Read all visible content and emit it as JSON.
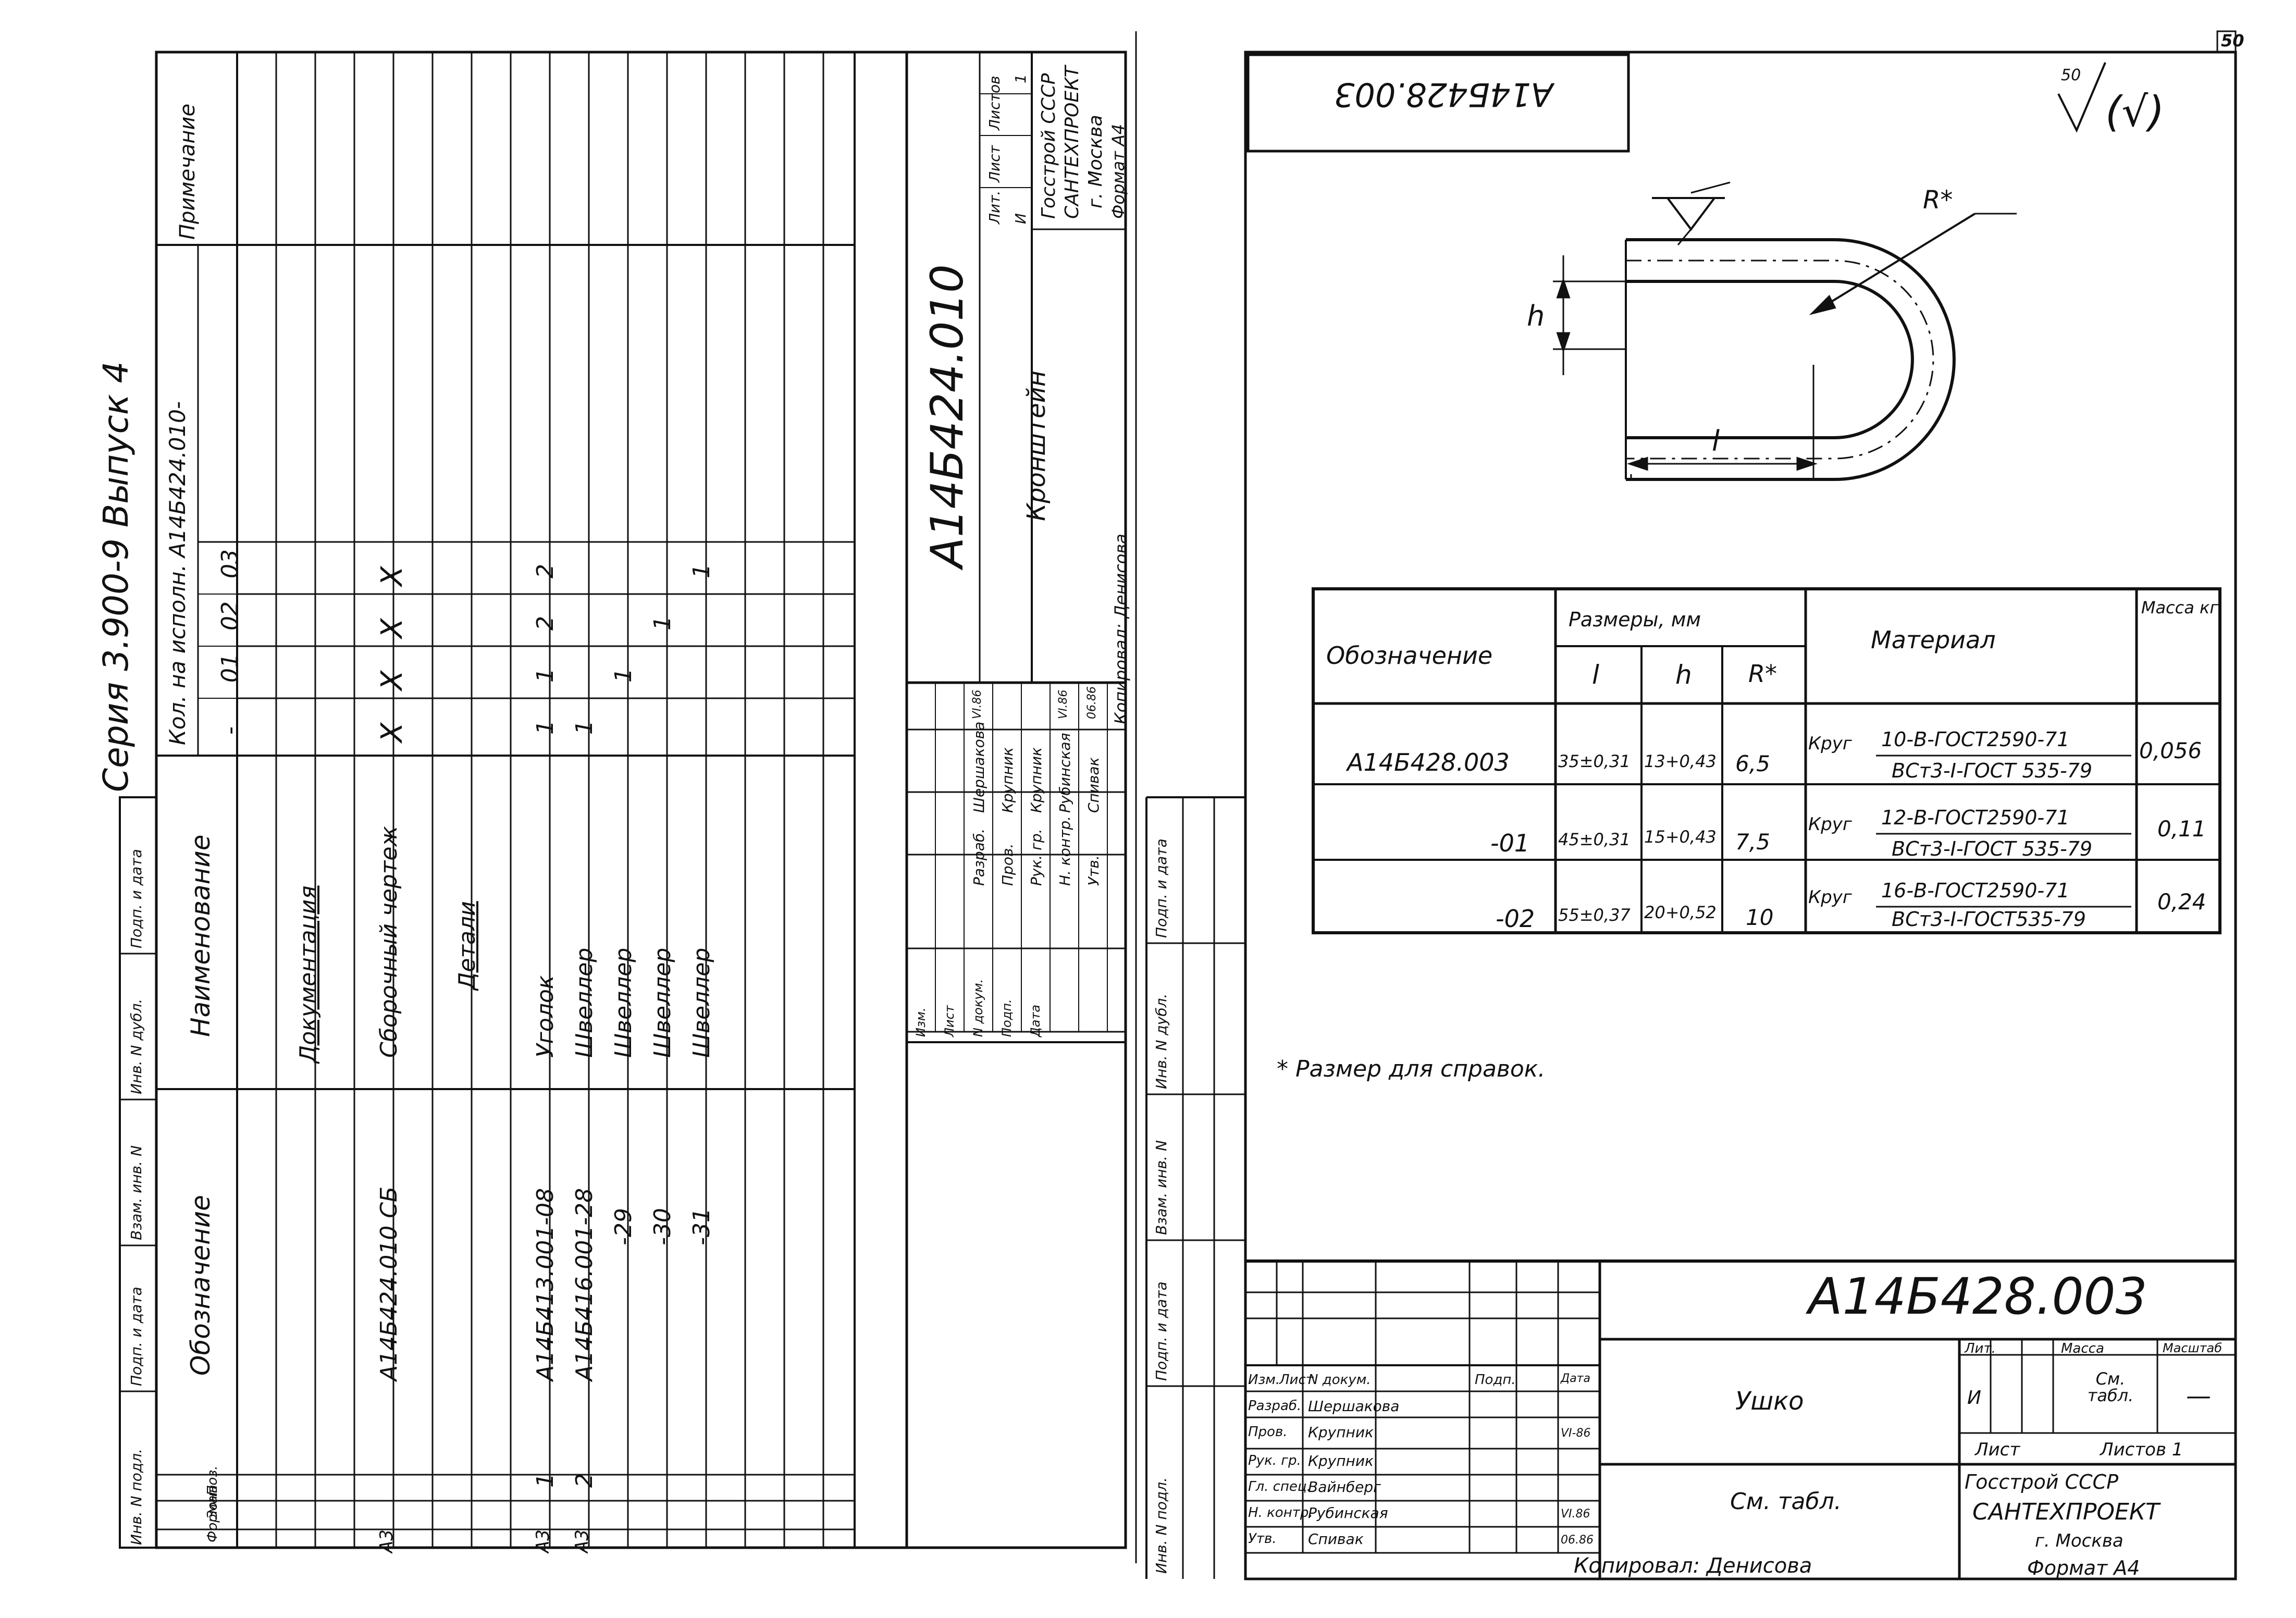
{
  "page_number": "50",
  "left_sheet": {
    "series_title": "Серия 3.900-9 Выпуск 4",
    "drawing_number": "А14Б424.010",
    "drawing_name": "Кронштейн",
    "copied_by": "Копировал: Денисова",
    "spec_headers": {
      "format": "Формат",
      "zone": "Зона",
      "position": "Поз.",
      "designation": "Обозначение",
      "name": "Наименование",
      "qty_header": "Кол. на исполн. А14Б424.010-",
      "variants": [
        "-",
        "01",
        "02",
        "03"
      ],
      "note": "Примечание"
    },
    "spec_rows": [
      {
        "format": "",
        "pos": "",
        "designation": "",
        "name": "Документация",
        "underlined": true,
        "q": [
          "",
          "",
          "",
          ""
        ]
      },
      {
        "format": "А3",
        "pos": "",
        "designation": "А14Б424.010 СБ",
        "name": "Сборочный чертеж",
        "underlined": false,
        "q": [
          "X",
          "X",
          "X",
          "X"
        ]
      },
      {
        "format": "",
        "pos": "",
        "designation": "",
        "name": "Детали",
        "underlined": true,
        "q": [
          "",
          "",
          "",
          ""
        ]
      },
      {
        "format": "А3",
        "pos": "1",
        "designation": "А14Б413.001-08",
        "name": "Уголок",
        "underlined": false,
        "q": [
          "1",
          "1",
          "2",
          "2"
        ]
      },
      {
        "format": "А3",
        "pos": "2",
        "designation": "А14Б416.001-28",
        "name": "Швеллер",
        "underlined": false,
        "q": [
          "1",
          "",
          "",
          ""
        ]
      },
      {
        "format": "",
        "pos": "",
        "designation": "-29",
        "name": "Швеллер",
        "underlined": false,
        "q": [
          "",
          "1",
          "",
          ""
        ]
      },
      {
        "format": "",
        "pos": "",
        "designation": "-30",
        "name": "Швеллер",
        "underlined": false,
        "q": [
          "",
          "",
          "1",
          ""
        ]
      },
      {
        "format": "",
        "pos": "",
        "designation": "-31",
        "name": "Швеллер",
        "underlined": false,
        "q": [
          "",
          "",
          "",
          "1"
        ]
      }
    ],
    "stamp": {
      "col_headers": [
        "Изм.",
        "Лист",
        "N докум.",
        "Подп.",
        "Дата"
      ],
      "roles": [
        "Разраб.",
        "Пров.",
        "Рук. гр.",
        "Н. контр.",
        "Утв."
      ],
      "names": [
        "Шершакова",
        "Крупник",
        "Крупник",
        "Рубинская",
        "Спивак"
      ],
      "dates": [
        "VI.86",
        "",
        "",
        "VI.86",
        "06.86"
      ],
      "lit_header": "Лит.",
      "sheet_header": "Лист",
      "sheets_header": "Листов",
      "lit": "И",
      "sheets": "1",
      "org": [
        "Госстрой СССР",
        "САНТЕХПРОЕКТ",
        "г. Москва"
      ],
      "format": "Формат А4"
    },
    "margin_labels": [
      "Инв. N подл.",
      "Подп. и дата",
      "Взам. инв. N",
      "Инв. N дубл.",
      "Подп. и дата"
    ]
  },
  "right_sheet": {
    "corner_number": "А14Б428.003",
    "roughness": "50",
    "roughness_tail": "(√)",
    "dim_labels": {
      "radius": "R*",
      "height": "h",
      "length": "l"
    },
    "table": {
      "headers": {
        "designation": "Обозначение",
        "dimensions": "Размеры, мм",
        "l": "l",
        "h": "h",
        "r": "R*",
        "material": "Материал",
        "mass": "Масса кг"
      },
      "rows": [
        {
          "designation": "А14Б428.003",
          "l": "35±0,31",
          "h": "13+0,43",
          "r": "6,5",
          "mat_prefix": "Круг",
          "mat_top": "10-В-ГОСТ2590-71",
          "mat_bottom": "ВСт3-I-ГОСТ 535-79",
          "mass": "0,056"
        },
        {
          "designation": "-01",
          "l": "45±0,31",
          "h": "15+0,43",
          "r": "7,5",
          "mat_prefix": "Круг",
          "mat_top": "12-В-ГОСТ2590-71",
          "mat_bottom": "ВСт3-I-ГОСТ 535-79",
          "mass": "0,11"
        },
        {
          "designation": "-02",
          "l": "55±0,37",
          "h": "20+0,52",
          "r": "10",
          "mat_prefix": "Круг",
          "mat_top": "16-В-ГОСТ2590-71",
          "mat_bottom": "ВСт3-I-ГОСТ535-79",
          "mass": "0,24"
        }
      ]
    },
    "note": "* Размер для справок.",
    "title_block": {
      "drawing_number": "А14Б428.003",
      "name": "Ушко",
      "material": "См. табл.",
      "col_headers": [
        "Изм.",
        "Лист",
        "N докум.",
        "Подп.",
        "Дата"
      ],
      "roles": [
        "Разраб.",
        "Пров.",
        "Рук. гр.",
        "Гл. спец.",
        "Н. контр.",
        "Утв."
      ],
      "names": [
        "Шершакова",
        "Крупник",
        "Крупник",
        "Вайнберг",
        "Рубинская",
        "Спивак"
      ],
      "dates": [
        "",
        "VI-86",
        "",
        "",
        "VI.86",
        "06.86"
      ],
      "lit_header": "Лит.",
      "mass_header": "Масса",
      "scale_header": "Масштаб",
      "lit": "И",
      "mass": "См. табл.",
      "scale": "—",
      "sheet": "Лист",
      "sheets": "Листов 1",
      "org": [
        "Госстрой СССР",
        "САНТЕХПРОЕКТ",
        "г. Москва"
      ],
      "copied_by": "Копировал: Денисова",
      "format": "Формат А4"
    },
    "margin_labels": [
      "Инв. N подл.",
      "Подп. и дата",
      "Взам. инв. N",
      "Инв. N дубл.",
      "Подп. и дата"
    ]
  }
}
